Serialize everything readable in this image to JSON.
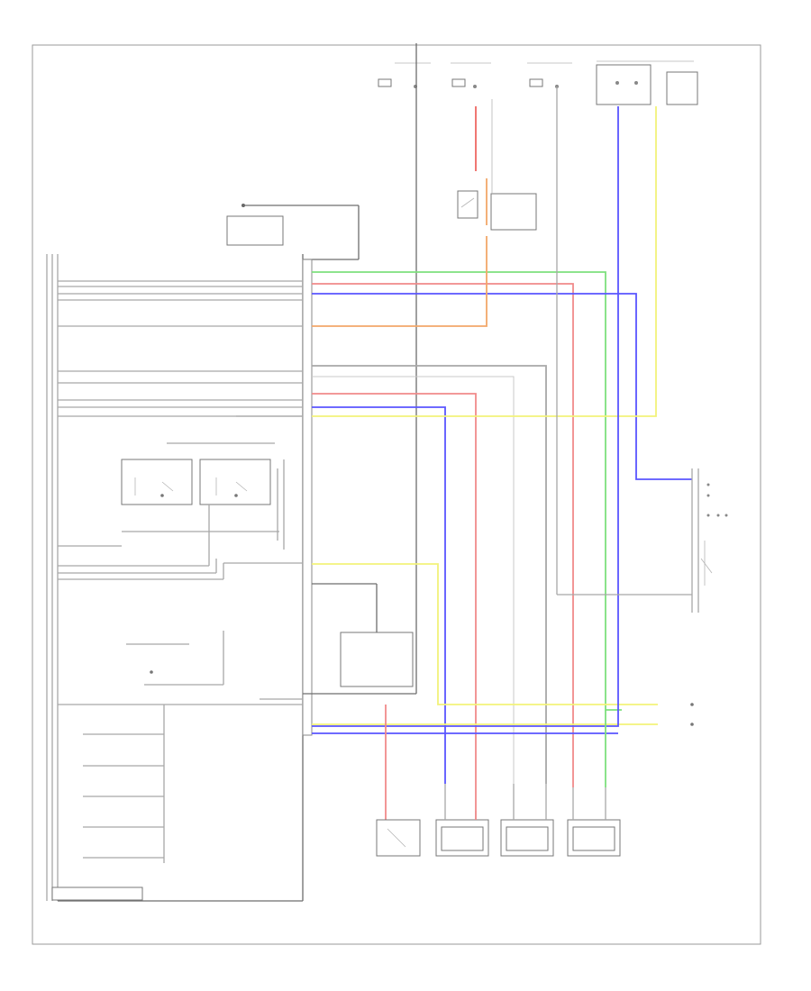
{
  "diagram": {
    "footer_code": "",
    "colors": {
      "green": "#7de07d",
      "red": "#f08a8a",
      "blue": "#5a55ff",
      "yellow": "#f2f27a",
      "orange": "#f2a86a",
      "gray": "#a8a8a8",
      "black": "#6d6d6d"
    },
    "wires": [
      {
        "name": "wire-green-1",
        "color": "green"
      },
      {
        "name": "wire-red-1",
        "color": "red"
      },
      {
        "name": "wire-blue-1",
        "color": "blue"
      },
      {
        "name": "wire-orange-1",
        "color": "orange"
      },
      {
        "name": "wire-gray-1",
        "color": "gray"
      },
      {
        "name": "wire-red-2",
        "color": "red"
      },
      {
        "name": "wire-blue-2",
        "color": "blue"
      },
      {
        "name": "wire-yellow-1",
        "color": "yellow"
      },
      {
        "name": "wire-yellow-2",
        "color": "yellow"
      },
      {
        "name": "wire-yellow-3",
        "color": "yellow"
      },
      {
        "name": "wire-blue-3",
        "color": "blue"
      },
      {
        "name": "wire-blue-4",
        "color": "blue"
      },
      {
        "name": "wire-green-2",
        "color": "green"
      },
      {
        "name": "wire-red-3",
        "color": "red"
      },
      {
        "name": "wire-red-4",
        "color": "red"
      }
    ]
  }
}
